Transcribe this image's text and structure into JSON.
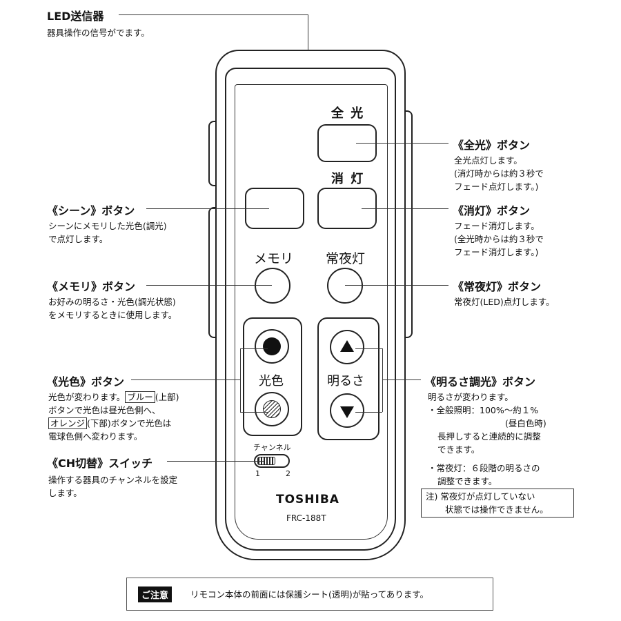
{
  "led": {
    "heading": "LED送信器",
    "desc": "器具操作の信号がでます。"
  },
  "remote": {
    "label_zenko": "全 光",
    "label_shoto": "消 灯",
    "label_memory": "メモリ",
    "label_joyato": "常夜灯",
    "label_kouiro": "光色",
    "label_akarusa": "明るさ",
    "channel_label": "チャンネル",
    "channel_1": "1",
    "channel_2": "2",
    "brand": "TOSHIBA",
    "model": "FRC-188T"
  },
  "scene": {
    "heading": "《シーン》ボタン",
    "line1": "シーンにメモリした光色(調光)",
    "line2": "で点灯します。"
  },
  "memory": {
    "heading": "《メモリ》ボタン",
    "line1": "お好みの明るさ・光色(調光状態)",
    "line2": "をメモリするときに使用します。"
  },
  "kouiro": {
    "heading": "《光色》ボタン",
    "line1_a": "光色が変わります。",
    "line1_box": "ブルー",
    "line1_b": "(上部)",
    "line2": "ボタンで光色は昼光色側へ、",
    "line3_box": "オレンジ",
    "line3_b": "(下部)ボタンで光色は",
    "line4": "電球色側へ変わります。"
  },
  "ch": {
    "heading": "《CH切替》スイッチ",
    "line1": "操作する器具のチャンネルを設定",
    "line2": "します。"
  },
  "zenko": {
    "heading": "《全光》ボタン",
    "line1": "全光点灯します。",
    "line2": "(消灯時からは約３秒で",
    "line3": "フェード点灯します。)"
  },
  "shoto": {
    "heading": "《消灯》ボタン",
    "line1": "フェード消灯します。",
    "line2": "(全光時からは約３秒で",
    "line3": "フェード消灯します。)"
  },
  "joyato": {
    "heading": "《常夜灯》ボタン",
    "line1": "常夜灯(LED)点灯します。"
  },
  "akarusa": {
    "heading": "《明るさ調光》ボタン",
    "line1": "明るさが変わります。",
    "line2": "・全般照明：100%～約１%",
    "line3": "(昼白色時)",
    "line4": "長押しすると連続的に調整",
    "line5": "できます。",
    "line6": "・常夜灯：６段階の明るさの",
    "line7": "調整できます。",
    "note1": "注) 常夜灯が点灯していない",
    "note2": "状態では操作できません。"
  },
  "caution": {
    "badge": "ご注意",
    "text": "リモコン本体の前面には保護シート(透明)が貼ってあります。"
  }
}
